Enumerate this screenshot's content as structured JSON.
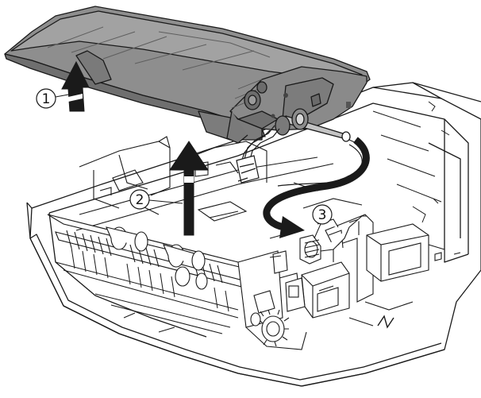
{
  "callouts": [
    {
      "id": "step-1",
      "label": "1"
    },
    {
      "id": "step-2",
      "label": "2"
    },
    {
      "id": "step-3",
      "label": "3"
    }
  ],
  "colors": {
    "line": "#1a1a1a",
    "cover_fill": "#8e8e8e",
    "cover_dark": "#6f6f6f",
    "cover_light": "#a8a8a8",
    "arrow": "#1a1a1a",
    "bg": "#ffffff"
  },
  "icons": [
    "lift-up-arrow",
    "curved-arrow",
    "connector-plug",
    "solenoid",
    "gear",
    "roller"
  ]
}
